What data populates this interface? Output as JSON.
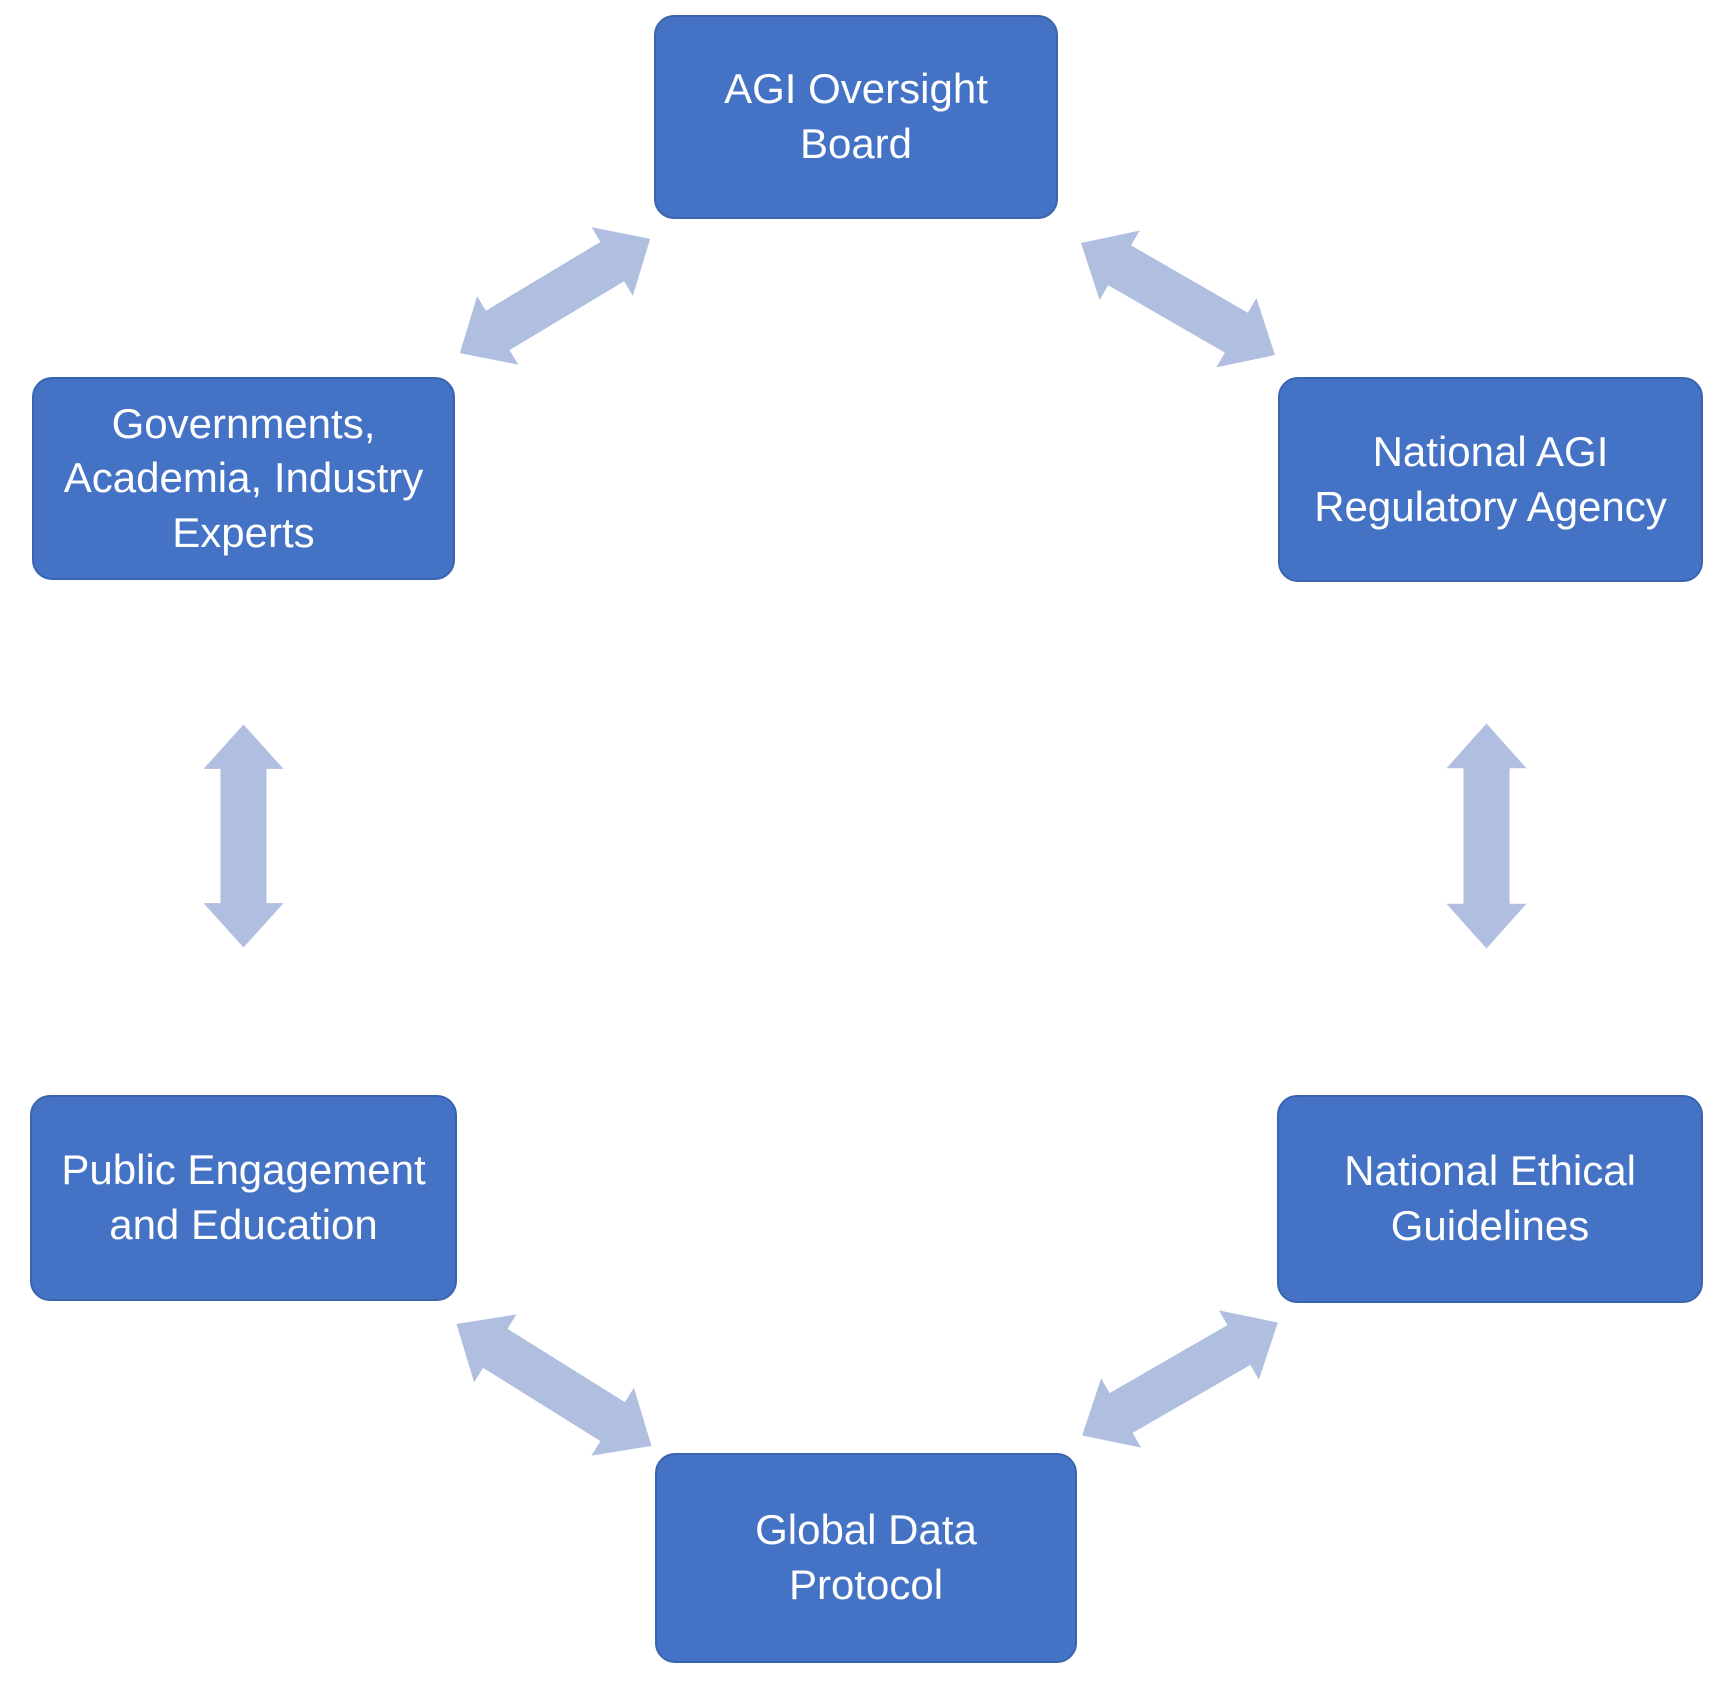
{
  "diagram": {
    "type": "cycle",
    "background_color": "#FFFFFF",
    "node_fill_color": "#4472C4",
    "node_border_color": "#3A64AF",
    "node_text_color": "#FFFFFF",
    "arrow_fill_color": "#B0BEE0",
    "nodes": [
      {
        "id": "agi-oversight-board",
        "position": "top",
        "label": "AGI Oversight Board",
        "lines": [
          "AGI Oversight",
          "Board"
        ]
      },
      {
        "id": "national-agi-regulatory-agency",
        "position": "upper-right",
        "label": "National AGI Regulatory Agency",
        "lines": [
          "National AGI",
          "Regulatory Agency"
        ]
      },
      {
        "id": "national-ethical-guidelines",
        "position": "lower-right",
        "label": "National Ethical Guidelines",
        "lines": [
          "National Ethical",
          "Guidelines"
        ]
      },
      {
        "id": "global-data-protocol",
        "position": "bottom",
        "label": "Global Data Protocol",
        "lines": [
          "Global Data",
          "Protocol"
        ]
      },
      {
        "id": "public-engagement-and-education",
        "position": "lower-left",
        "label": "Public Engagement and Education",
        "lines": [
          "Public Engagement",
          "and Education"
        ]
      },
      {
        "id": "governments-academia-industry-experts",
        "position": "upper-left",
        "label": "Governments, Academia, Industry Experts",
        "lines": [
          "Governments,",
          "Academia, Industry",
          "Experts"
        ]
      }
    ],
    "connections": [
      {
        "from": "governments-academia-industry-experts",
        "to": "agi-oversight-board",
        "bidirectional": true
      },
      {
        "from": "agi-oversight-board",
        "to": "national-agi-regulatory-agency",
        "bidirectional": true
      },
      {
        "from": "national-agi-regulatory-agency",
        "to": "national-ethical-guidelines",
        "bidirectional": true
      },
      {
        "from": "national-ethical-guidelines",
        "to": "global-data-protocol",
        "bidirectional": true
      },
      {
        "from": "global-data-protocol",
        "to": "public-engagement-and-education",
        "bidirectional": true
      },
      {
        "from": "public-engagement-and-education",
        "to": "governments-academia-industry-experts",
        "bidirectional": true
      }
    ]
  }
}
